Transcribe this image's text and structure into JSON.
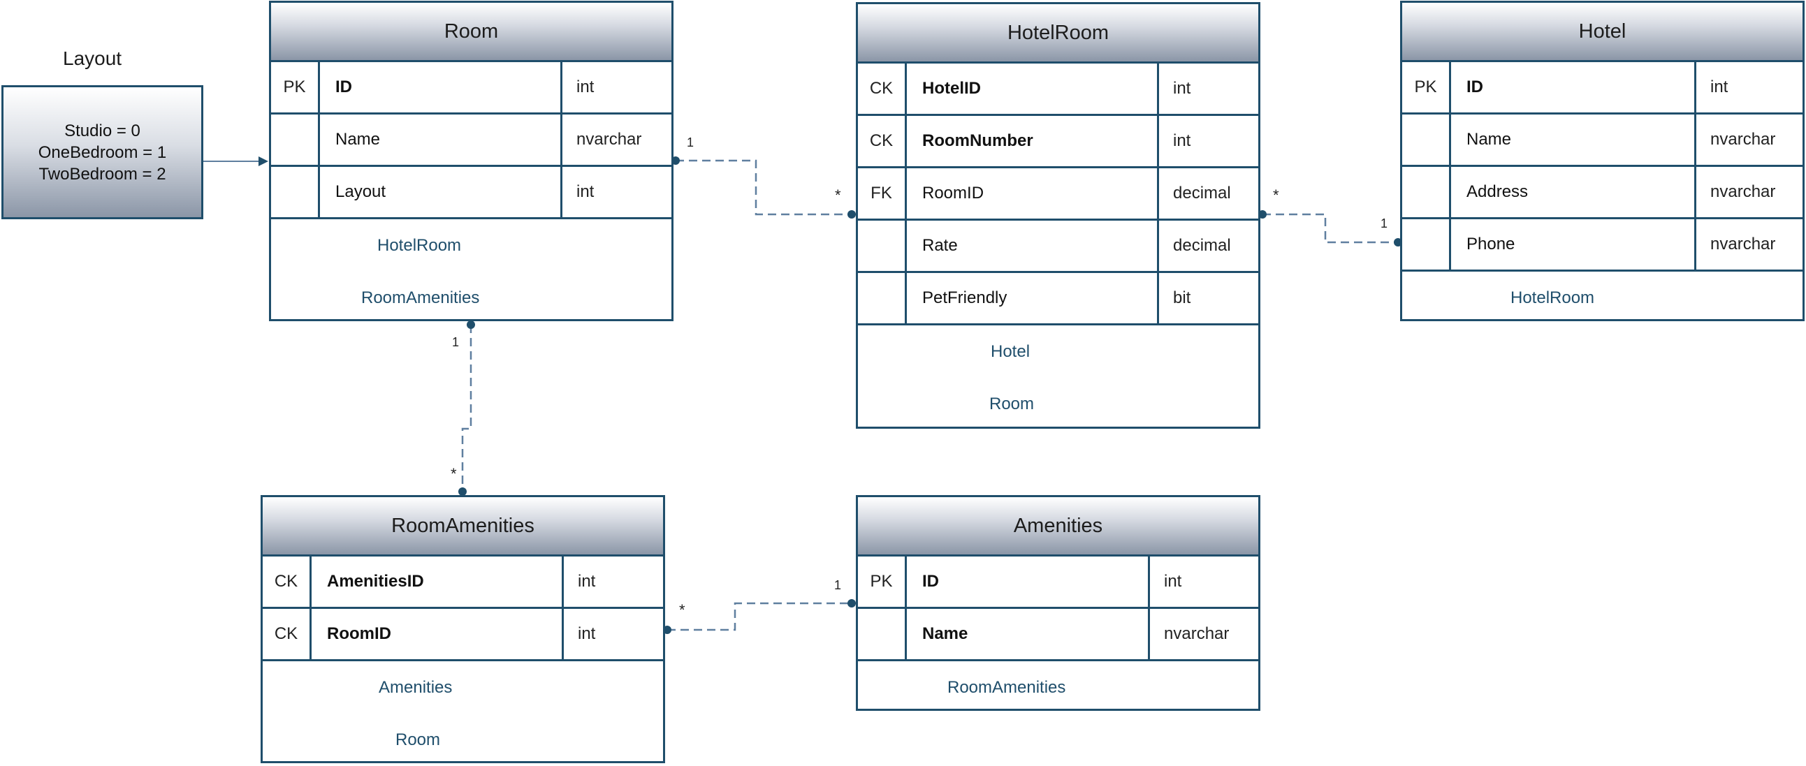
{
  "layout_enum": {
    "title": "Layout",
    "values": [
      "Studio = 0",
      "OneBedroom = 1",
      "TwoBedroom = 2"
    ]
  },
  "entities": {
    "room": {
      "title": "Room",
      "rows": [
        {
          "key": "PK",
          "name": "ID",
          "type": "int"
        },
        {
          "key": "",
          "name": "Name",
          "type": "nvarchar"
        },
        {
          "key": "",
          "name": "Layout",
          "type": "int"
        }
      ],
      "nav": [
        "HotelRoom",
        "RoomAmenities"
      ]
    },
    "hotelroom": {
      "title": "HotelRoom",
      "rows": [
        {
          "key": "CK",
          "name": "HotelID",
          "type": "int"
        },
        {
          "key": "CK",
          "name": "RoomNumber",
          "type": "int"
        },
        {
          "key": "FK",
          "name": "RoomID",
          "type": "decimal"
        },
        {
          "key": "",
          "name": "Rate",
          "type": "decimal"
        },
        {
          "key": "",
          "name": "PetFriendly",
          "type": "bit"
        }
      ],
      "nav": [
        "Hotel",
        "Room"
      ]
    },
    "hotel": {
      "title": "Hotel",
      "rows": [
        {
          "key": "PK",
          "name": "ID",
          "type": "int"
        },
        {
          "key": "",
          "name": "Name",
          "type": "nvarchar"
        },
        {
          "key": "",
          "name": "Address",
          "type": "nvarchar"
        },
        {
          "key": "",
          "name": "Phone",
          "type": "nvarchar"
        }
      ],
      "nav": [
        "HotelRoom"
      ]
    },
    "roomamenities": {
      "title": "RoomAmenities",
      "rows": [
        {
          "key": "CK",
          "name": "AmenitiesID",
          "type": "int"
        },
        {
          "key": "CK",
          "name": "RoomID",
          "type": "int"
        }
      ],
      "nav": [
        "Amenities",
        "Room"
      ]
    },
    "amenities": {
      "title": "Amenities",
      "rows": [
        {
          "key": "PK",
          "name": "ID",
          "type": "int"
        },
        {
          "key": "",
          "name": "Name",
          "type": "nvarchar"
        }
      ],
      "nav": [
        "RoomAmenities"
      ]
    }
  },
  "relationships": {
    "room_hotelroom": {
      "from_label": "1",
      "to_label": "*"
    },
    "hotelroom_hotel": {
      "from_label": "*",
      "to_label": "1"
    },
    "room_roomamenities": {
      "from_label": "1",
      "to_label": "*"
    },
    "roomamenities_amenities": {
      "from_label": "*",
      "to_label": "1"
    }
  },
  "colors": {
    "border": "#1f4e6b",
    "connector": "#5f7f9f",
    "nav_text": "#1f4e6b"
  }
}
